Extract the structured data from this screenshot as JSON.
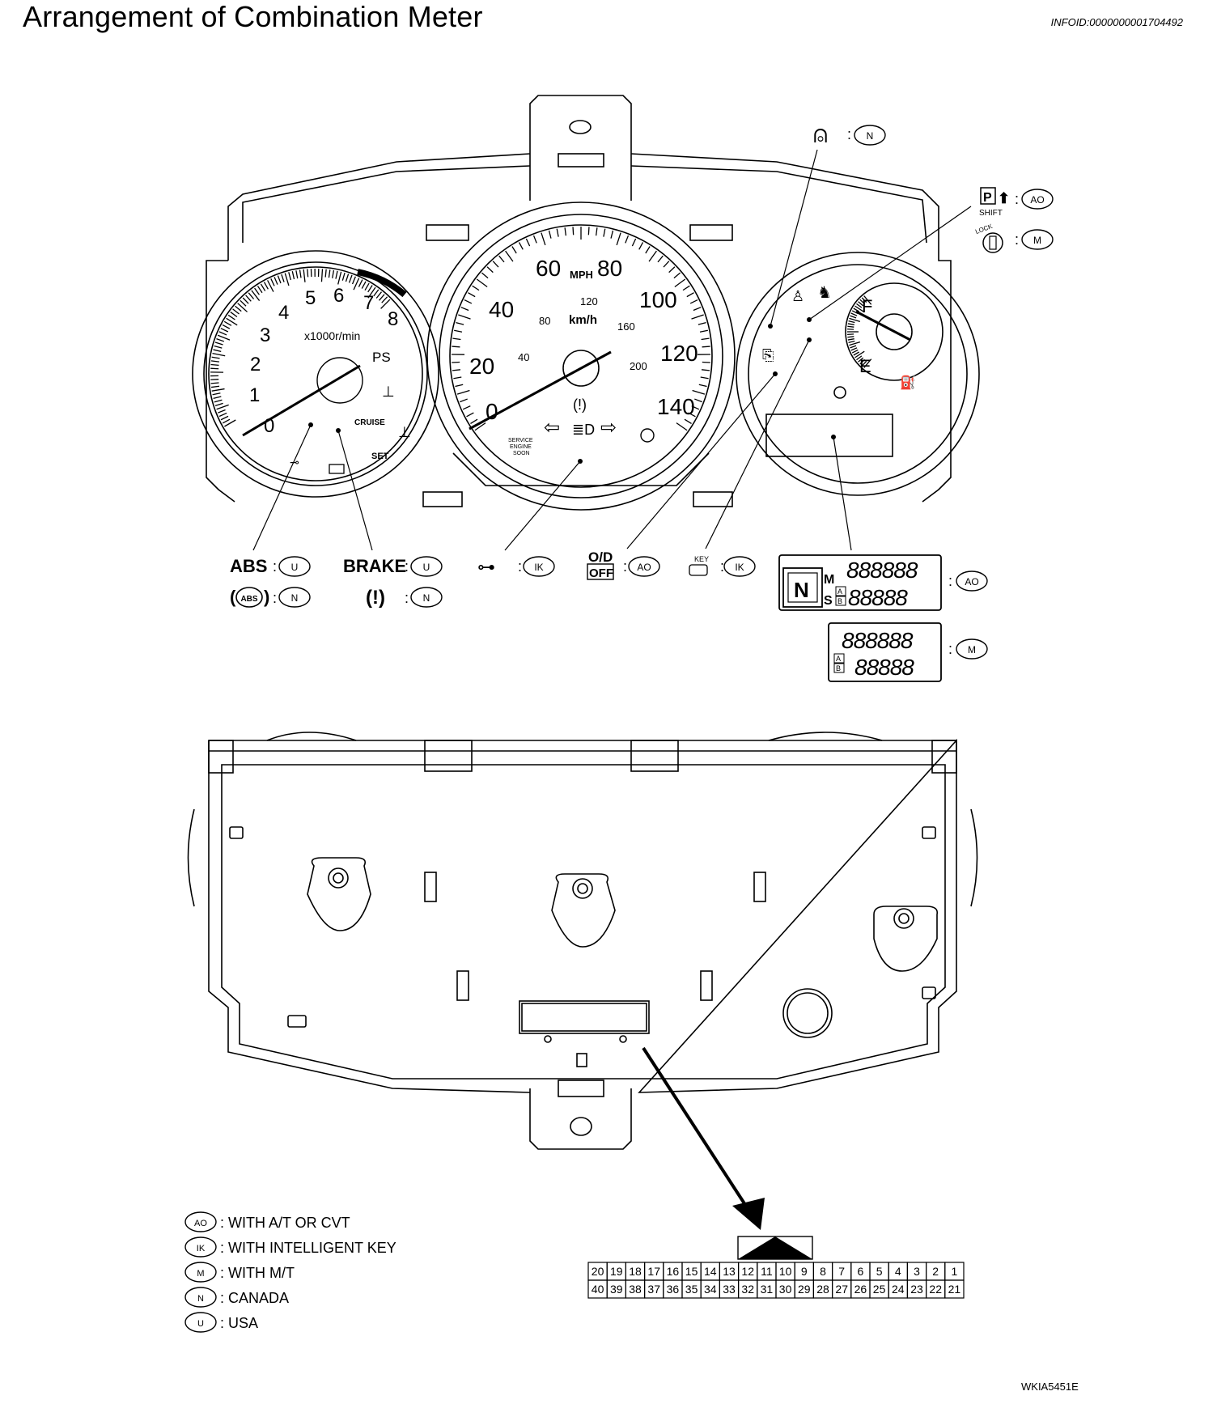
{
  "header": {
    "title": "Arrangement of Combination Meter",
    "info_id": "INFOID:0000000001704492",
    "figure_id": "WKIA5451E"
  },
  "tachometer": {
    "scale": [
      "0",
      "1",
      "2",
      "3",
      "4",
      "5",
      "6",
      "7",
      "8"
    ],
    "unit": "x1000r/min",
    "indicators": [
      "PS",
      "CRUISE",
      "SET"
    ]
  },
  "speedometer": {
    "mph_scale": [
      "0",
      "20",
      "40",
      "60",
      "80",
      "100",
      "120",
      "140"
    ],
    "mph_unit": "MPH",
    "kmh_scale": [
      "40",
      "80",
      "120",
      "160",
      "200"
    ],
    "kmh_unit": "km/h",
    "service_text": [
      "SERVICE",
      "ENGINE",
      "SOON"
    ]
  },
  "fuel_gauge": {
    "full": "F",
    "empty": "E"
  },
  "callouts": {
    "abs_text": "ABS",
    "abs_code": "U",
    "abs_canada_icon": "ABS",
    "abs_canada_code": "N",
    "brake_text": "BRAKE",
    "brake_code": "U",
    "brake_canada_icon": "(!)",
    "brake_canada_code": "N",
    "car_code": "IK",
    "od_line1": "O/D",
    "od_line2": "OFF",
    "od_code": "AO",
    "key_icon_label": "KEY",
    "key_code": "IK",
    "washer_code": "N",
    "shift_label": "SHIFT",
    "shift_code": "AO",
    "lock_label": "LOCK",
    "lock_code": "M",
    "lcd_at_code": "AO",
    "lcd_mt_code": "M"
  },
  "lcd": {
    "digits_top": "888888",
    "digits_bottom": "88888",
    "mode_m": "M",
    "mode_s": "S",
    "trip_a": "A",
    "trip_b": "B"
  },
  "connector": {
    "top_row": [
      "20",
      "19",
      "18",
      "17",
      "16",
      "15",
      "14",
      "13",
      "12",
      "11",
      "10",
      "9",
      "8",
      "7",
      "6",
      "5",
      "4",
      "3",
      "2",
      "1"
    ],
    "bottom_row": [
      "40",
      "39",
      "38",
      "37",
      "36",
      "35",
      "34",
      "33",
      "32",
      "31",
      "30",
      "29",
      "28",
      "27",
      "26",
      "25",
      "24",
      "23",
      "22",
      "21"
    ]
  },
  "legend": [
    {
      "code": "AO",
      "text": ": WITH A/T OR CVT"
    },
    {
      "code": "IK",
      "text": ": WITH INTELLIGENT KEY"
    },
    {
      "code": "M",
      "text": ": WITH M/T"
    },
    {
      "code": "N",
      "text": ": CANADA"
    },
    {
      "code": "U",
      "text": ": USA"
    }
  ]
}
